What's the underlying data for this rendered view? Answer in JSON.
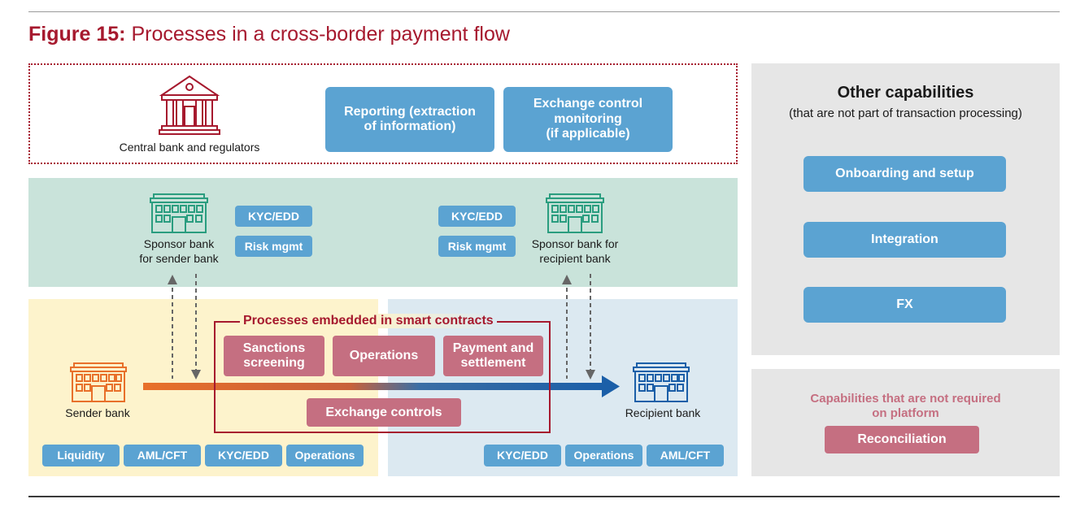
{
  "figure": {
    "number": "Figure 15:",
    "title": "Processes in a cross-border payment flow"
  },
  "regulators": {
    "label": "Central bank and regulators",
    "processes": [
      "Reporting (extraction\nof information)",
      "Exchange control\nmonitoring\n(if applicable)"
    ]
  },
  "sponsor_sender": {
    "label": "Sponsor bank\nfor sender bank",
    "processes": [
      "KYC/EDD",
      "Risk mgmt"
    ]
  },
  "sponsor_recipient": {
    "label": "Sponsor bank for\nrecipient bank",
    "processes": [
      "KYC/EDD",
      "Risk mgmt"
    ]
  },
  "smart_contracts": {
    "title": "Processes embedded in smart contracts",
    "processes": [
      "Sanctions\nscreening",
      "Operations",
      "Payment and\nsettlement",
      "Exchange controls"
    ]
  },
  "sender_bank": {
    "label": "Sender bank",
    "processes": [
      "Liquidity",
      "AML/CFT",
      "KYC/EDD",
      "Operations"
    ]
  },
  "recipient_bank": {
    "label": "Recipient bank",
    "processes": [
      "KYC/EDD",
      "Operations",
      "AML/CFT"
    ]
  },
  "other_capabilities": {
    "title": "Other capabilities",
    "subtitle": "(that are not part of transaction processing)",
    "items": [
      "Onboarding and setup",
      "Integration",
      "FX"
    ]
  },
  "not_required": {
    "title": "Capabilities that are not required\non platform",
    "items": [
      "Reconciliation"
    ]
  },
  "colors": {
    "brand_red": "#a6192e",
    "process_blue": "#5ba3d2",
    "process_pink": "#c56f81",
    "sponsor_green": "#c9e3da",
    "sender_yellow": "#fdf3cc",
    "recipient_blue": "#dce9f1",
    "capability_grey": "#e6e6e6"
  }
}
